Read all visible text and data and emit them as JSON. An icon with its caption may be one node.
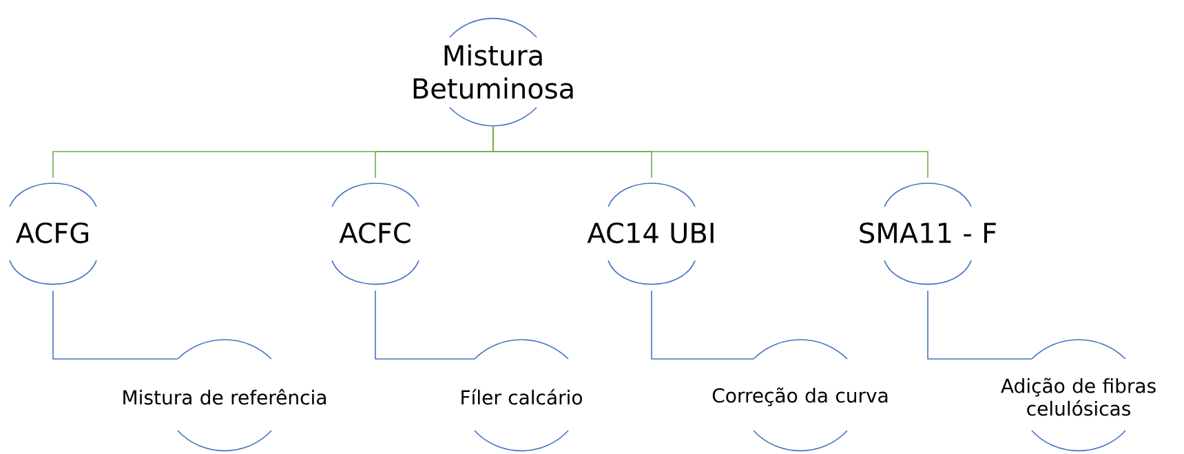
{
  "diagram": {
    "nodes": [
      {
        "text": [
          "Mistura Betuminosa"
        ]
      },
      {
        "text": [
          "ACFG"
        ]
      },
      {
        "text": [
          "ACFC"
        ]
      },
      {
        "text": [
          "AC14 UBI"
        ]
      },
      {
        "text": [
          "SMA11 - F"
        ]
      },
      {
        "text": [
          "Mistura de referência"
        ]
      },
      {
        "text": [
          "Fíler calcário"
        ]
      },
      {
        "text": [
          "Correção da curva"
        ]
      },
      {
        "text": [
          "Adição de fibras celulósicas"
        ]
      }
    ],
    "edges": [
      {
        "from": 0,
        "to": 1,
        "arrow": "none"
      },
      {
        "from": 0,
        "to": 2,
        "arrow": "none"
      },
      {
        "from": 0,
        "to": 3,
        "arrow": "none"
      },
      {
        "from": 0,
        "to": 4,
        "arrow": "none"
      },
      {
        "from": 1,
        "to": 5,
        "arrow": "none",
        "color": "#4472c4"
      },
      {
        "from": 2,
        "to": 6,
        "arrow": "none",
        "color": "#4472c4"
      },
      {
        "from": 3,
        "to": 7,
        "arrow": "none",
        "color": "#4472c4"
      },
      {
        "from": 4,
        "to": 8,
        "arrow": "none",
        "color": "#4472c4"
      }
    ]
  }
}
